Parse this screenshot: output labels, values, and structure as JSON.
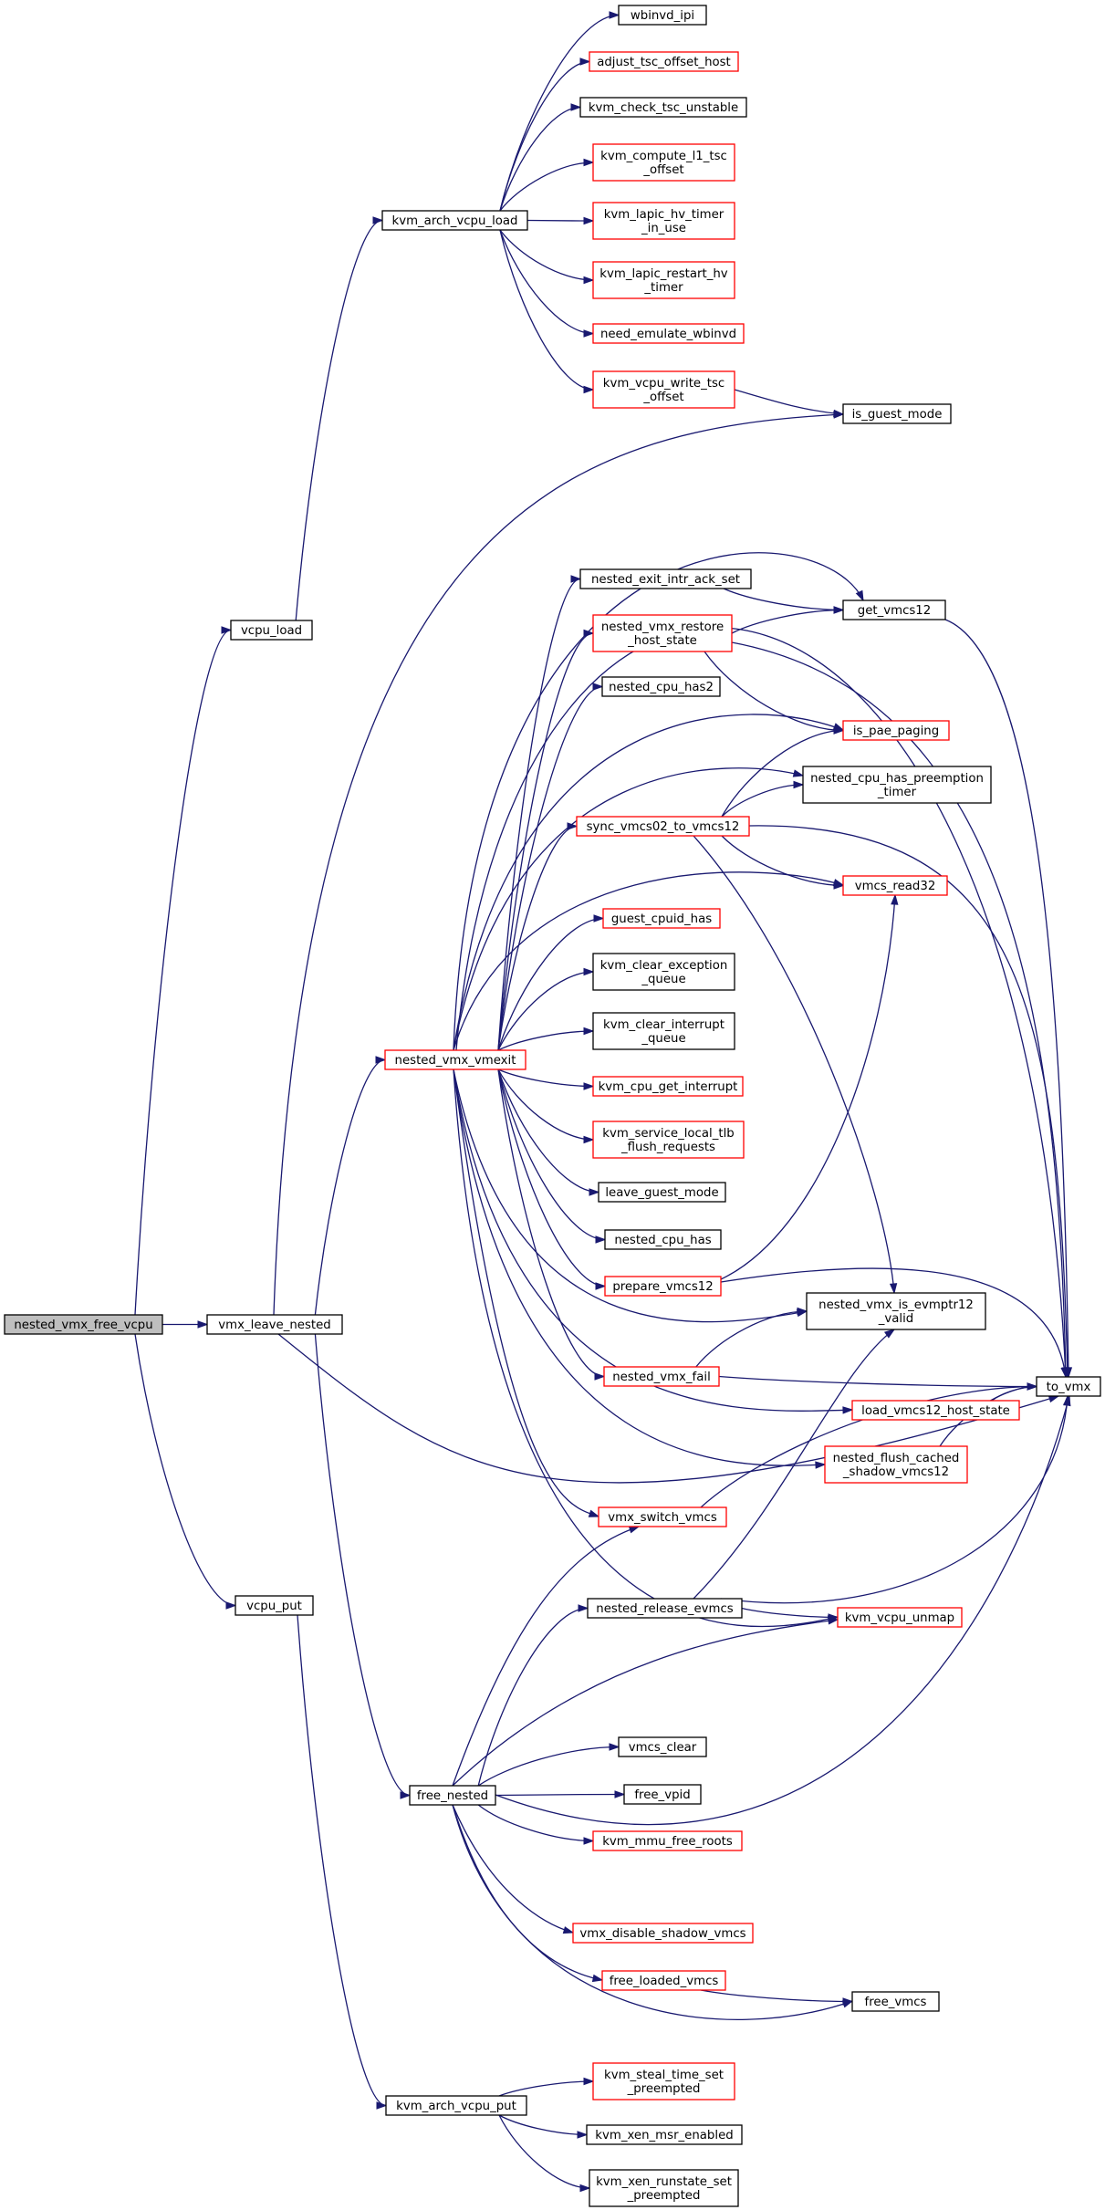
{
  "colors": {
    "edge": "#191970",
    "node_border_black": "#000000",
    "node_border_red": "#ff0000",
    "root_fill": "#bfbfbf"
  },
  "nodes": {
    "nested_vmx_free_vcpu": {
      "lines": [
        "nested_vmx_free_vcpu"
      ],
      "style": "root"
    },
    "vcpu_load": {
      "lines": [
        "vcpu_load"
      ],
      "style": "black"
    },
    "vmx_leave_nested": {
      "lines": [
        "vmx_leave_nested"
      ],
      "style": "black"
    },
    "vcpu_put": {
      "lines": [
        "vcpu_put"
      ],
      "style": "black"
    },
    "kvm_arch_vcpu_load": {
      "lines": [
        "kvm_arch_vcpu_load"
      ],
      "style": "black"
    },
    "wbinvd_ipi": {
      "lines": [
        "wbinvd_ipi"
      ],
      "style": "black"
    },
    "adjust_tsc_offset_host": {
      "lines": [
        "adjust_tsc_offset_host"
      ],
      "style": "red"
    },
    "kvm_check_tsc_unstable": {
      "lines": [
        "kvm_check_tsc_unstable"
      ],
      "style": "black"
    },
    "kvm_compute_l1_tsc_offset": {
      "lines": [
        "kvm_compute_l1_tsc",
        "_offset"
      ],
      "style": "red"
    },
    "kvm_lapic_hv_timer_in_use": {
      "lines": [
        "kvm_lapic_hv_timer",
        "_in_use"
      ],
      "style": "red"
    },
    "kvm_lapic_restart_hv_timer": {
      "lines": [
        "kvm_lapic_restart_hv",
        "_timer"
      ],
      "style": "red"
    },
    "need_emulate_wbinvd": {
      "lines": [
        "need_emulate_wbinvd"
      ],
      "style": "red"
    },
    "kvm_vcpu_write_tsc_offset": {
      "lines": [
        "kvm_vcpu_write_tsc",
        "_offset"
      ],
      "style": "red"
    },
    "is_guest_mode": {
      "lines": [
        "is_guest_mode"
      ],
      "style": "black"
    },
    "nested_exit_intr_ack_set": {
      "lines": [
        "nested_exit_intr_ack_set"
      ],
      "style": "black"
    },
    "get_vmcs12": {
      "lines": [
        "get_vmcs12"
      ],
      "style": "black"
    },
    "nested_vmx_restore_host_state": {
      "lines": [
        "nested_vmx_restore",
        "_host_state"
      ],
      "style": "red"
    },
    "nested_cpu_has2": {
      "lines": [
        "nested_cpu_has2"
      ],
      "style": "black"
    },
    "is_pae_paging": {
      "lines": [
        "is_pae_paging"
      ],
      "style": "red"
    },
    "nested_cpu_has_preemption_timer": {
      "lines": [
        "nested_cpu_has_preemption",
        "_timer"
      ],
      "style": "black"
    },
    "sync_vmcs02_to_vmcs12": {
      "lines": [
        "sync_vmcs02_to_vmcs12"
      ],
      "style": "red"
    },
    "vmcs_read32": {
      "lines": [
        "vmcs_read32"
      ],
      "style": "red"
    },
    "guest_cpuid_has": {
      "lines": [
        "guest_cpuid_has"
      ],
      "style": "red"
    },
    "kvm_clear_exception_queue": {
      "lines": [
        "kvm_clear_exception",
        "_queue"
      ],
      "style": "black"
    },
    "kvm_clear_interrupt_queue": {
      "lines": [
        "kvm_clear_interrupt",
        "_queue"
      ],
      "style": "black"
    },
    "nested_vmx_vmexit": {
      "lines": [
        "nested_vmx_vmexit"
      ],
      "style": "red"
    },
    "kvm_cpu_get_interrupt": {
      "lines": [
        "kvm_cpu_get_interrupt"
      ],
      "style": "red"
    },
    "kvm_service_local_tlb_flush_requests": {
      "lines": [
        "kvm_service_local_tlb",
        "_flush_requests"
      ],
      "style": "red"
    },
    "leave_guest_mode": {
      "lines": [
        "leave_guest_mode"
      ],
      "style": "black"
    },
    "nested_cpu_has": {
      "lines": [
        "nested_cpu_has"
      ],
      "style": "black"
    },
    "prepare_vmcs12": {
      "lines": [
        "prepare_vmcs12"
      ],
      "style": "red"
    },
    "nested_vmx_is_evmptr12_valid": {
      "lines": [
        "nested_vmx_is_evmptr12",
        "_valid"
      ],
      "style": "black"
    },
    "nested_vmx_fail": {
      "lines": [
        "nested_vmx_fail"
      ],
      "style": "red"
    },
    "to_vmx": {
      "lines": [
        "to_vmx"
      ],
      "style": "black"
    },
    "load_vmcs12_host_state": {
      "lines": [
        "load_vmcs12_host_state"
      ],
      "style": "red"
    },
    "nested_flush_cached_shadow_vmcs12": {
      "lines": [
        "nested_flush_cached",
        "_shadow_vmcs12"
      ],
      "style": "red"
    },
    "vmx_switch_vmcs": {
      "lines": [
        "vmx_switch_vmcs"
      ],
      "style": "red"
    },
    "nested_release_evmcs": {
      "lines": [
        "nested_release_evmcs"
      ],
      "style": "black"
    },
    "kvm_vcpu_unmap": {
      "lines": [
        "kvm_vcpu_unmap"
      ],
      "style": "red"
    },
    "vmcs_clear": {
      "lines": [
        "vmcs_clear"
      ],
      "style": "black"
    },
    "free_nested": {
      "lines": [
        "free_nested"
      ],
      "style": "black"
    },
    "free_vpid": {
      "lines": [
        "free_vpid"
      ],
      "style": "black"
    },
    "kvm_mmu_free_roots": {
      "lines": [
        "kvm_mmu_free_roots"
      ],
      "style": "red"
    },
    "vmx_disable_shadow_vmcs": {
      "lines": [
        "vmx_disable_shadow_vmcs"
      ],
      "style": "red"
    },
    "free_loaded_vmcs": {
      "lines": [
        "free_loaded_vmcs"
      ],
      "style": "red"
    },
    "free_vmcs": {
      "lines": [
        "free_vmcs"
      ],
      "style": "black"
    },
    "kvm_steal_time_set_preempted": {
      "lines": [
        "kvm_steal_time_set",
        "_preempted"
      ],
      "style": "red"
    },
    "kvm_arch_vcpu_put": {
      "lines": [
        "kvm_arch_vcpu_put"
      ],
      "style": "black"
    },
    "kvm_xen_msr_enabled": {
      "lines": [
        "kvm_xen_msr_enabled"
      ],
      "style": "black"
    },
    "kvm_xen_runstate_set_preempted": {
      "lines": [
        "kvm_xen_runstate_set",
        "_preempted"
      ],
      "style": "black"
    }
  },
  "edges": [
    [
      "nested_vmx_free_vcpu",
      "vcpu_load"
    ],
    [
      "nested_vmx_free_vcpu",
      "vmx_leave_nested"
    ],
    [
      "nested_vmx_free_vcpu",
      "vcpu_put"
    ],
    [
      "vcpu_load",
      "kvm_arch_vcpu_load"
    ],
    [
      "kvm_arch_vcpu_load",
      "wbinvd_ipi"
    ],
    [
      "kvm_arch_vcpu_load",
      "adjust_tsc_offset_host"
    ],
    [
      "kvm_arch_vcpu_load",
      "kvm_check_tsc_unstable"
    ],
    [
      "kvm_arch_vcpu_load",
      "kvm_compute_l1_tsc_offset"
    ],
    [
      "kvm_arch_vcpu_load",
      "kvm_lapic_hv_timer_in_use"
    ],
    [
      "kvm_arch_vcpu_load",
      "kvm_lapic_restart_hv_timer"
    ],
    [
      "kvm_arch_vcpu_load",
      "need_emulate_wbinvd"
    ],
    [
      "kvm_arch_vcpu_load",
      "kvm_vcpu_write_tsc_offset"
    ],
    [
      "kvm_vcpu_write_tsc_offset",
      "is_guest_mode"
    ],
    [
      "vmx_leave_nested",
      "is_guest_mode"
    ],
    [
      "vmx_leave_nested",
      "nested_vmx_vmexit"
    ],
    [
      "vmx_leave_nested",
      "to_vmx"
    ],
    [
      "vmx_leave_nested",
      "free_nested"
    ],
    [
      "nested_vmx_vmexit",
      "to_vmx"
    ],
    [
      "nested_vmx_vmexit",
      "nested_exit_intr_ack_set"
    ],
    [
      "nested_vmx_vmexit",
      "get_vmcs12"
    ],
    [
      "nested_vmx_vmexit",
      "nested_vmx_restore_host_state"
    ],
    [
      "nested_vmx_vmexit",
      "nested_cpu_has2"
    ],
    [
      "nested_vmx_vmexit",
      "is_pae_paging"
    ],
    [
      "nested_vmx_vmexit",
      "nested_cpu_has_preemption_timer"
    ],
    [
      "nested_vmx_vmexit",
      "sync_vmcs02_to_vmcs12"
    ],
    [
      "nested_vmx_vmexit",
      "vmcs_read32"
    ],
    [
      "nested_vmx_vmexit",
      "guest_cpuid_has"
    ],
    [
      "nested_vmx_vmexit",
      "kvm_clear_exception_queue"
    ],
    [
      "nested_vmx_vmexit",
      "kvm_clear_interrupt_queue"
    ],
    [
      "nested_vmx_vmexit",
      "kvm_cpu_get_interrupt"
    ],
    [
      "nested_vmx_vmexit",
      "kvm_service_local_tlb_flush_requests"
    ],
    [
      "nested_vmx_vmexit",
      "leave_guest_mode"
    ],
    [
      "nested_vmx_vmexit",
      "nested_cpu_has"
    ],
    [
      "nested_vmx_vmexit",
      "prepare_vmcs12"
    ],
    [
      "nested_vmx_vmexit",
      "nested_vmx_is_evmptr12_valid"
    ],
    [
      "nested_vmx_vmexit",
      "nested_vmx_fail"
    ],
    [
      "nested_vmx_vmexit",
      "load_vmcs12_host_state"
    ],
    [
      "nested_vmx_vmexit",
      "nested_flush_cached_shadow_vmcs12"
    ],
    [
      "nested_vmx_vmexit",
      "vmx_switch_vmcs"
    ],
    [
      "nested_vmx_vmexit",
      "kvm_vcpu_unmap"
    ],
    [
      "nested_exit_intr_ack_set",
      "get_vmcs12"
    ],
    [
      "nested_vmx_restore_host_state",
      "get_vmcs12"
    ],
    [
      "nested_vmx_restore_host_state",
      "is_pae_paging"
    ],
    [
      "nested_vmx_restore_host_state",
      "to_vmx"
    ],
    [
      "get_vmcs12",
      "to_vmx"
    ],
    [
      "sync_vmcs02_to_vmcs12",
      "is_pae_paging"
    ],
    [
      "sync_vmcs02_to_vmcs12",
      "nested_cpu_has_preemption_timer"
    ],
    [
      "sync_vmcs02_to_vmcs12",
      "vmcs_read32"
    ],
    [
      "sync_vmcs02_to_vmcs12",
      "to_vmx"
    ],
    [
      "sync_vmcs02_to_vmcs12",
      "nested_vmx_is_evmptr12_valid"
    ],
    [
      "prepare_vmcs12",
      "vmcs_read32"
    ],
    [
      "prepare_vmcs12",
      "to_vmx"
    ],
    [
      "nested_vmx_fail",
      "nested_vmx_is_evmptr12_valid"
    ],
    [
      "nested_vmx_fail",
      "to_vmx"
    ],
    [
      "load_vmcs12_host_state",
      "to_vmx"
    ],
    [
      "nested_flush_cached_shadow_vmcs12",
      "to_vmx"
    ],
    [
      "vmx_switch_vmcs",
      "to_vmx"
    ],
    [
      "free_nested",
      "vmx_switch_vmcs"
    ],
    [
      "free_nested",
      "nested_release_evmcs"
    ],
    [
      "free_nested",
      "kvm_vcpu_unmap"
    ],
    [
      "free_nested",
      "vmcs_clear"
    ],
    [
      "free_nested",
      "free_vpid"
    ],
    [
      "free_nested",
      "kvm_mmu_free_roots"
    ],
    [
      "free_nested",
      "to_vmx"
    ],
    [
      "free_nested",
      "vmx_disable_shadow_vmcs"
    ],
    [
      "free_nested",
      "free_loaded_vmcs"
    ],
    [
      "free_nested",
      "free_vmcs"
    ],
    [
      "nested_release_evmcs",
      "nested_vmx_is_evmptr12_valid"
    ],
    [
      "nested_release_evmcs",
      "kvm_vcpu_unmap"
    ],
    [
      "nested_release_evmcs",
      "to_vmx"
    ],
    [
      "free_loaded_vmcs",
      "free_vmcs"
    ],
    [
      "vcpu_put",
      "kvm_arch_vcpu_put"
    ],
    [
      "kvm_arch_vcpu_put",
      "kvm_steal_time_set_preempted"
    ],
    [
      "kvm_arch_vcpu_put",
      "kvm_xen_msr_enabled"
    ],
    [
      "kvm_arch_vcpu_put",
      "kvm_xen_runstate_set_preempted"
    ]
  ]
}
